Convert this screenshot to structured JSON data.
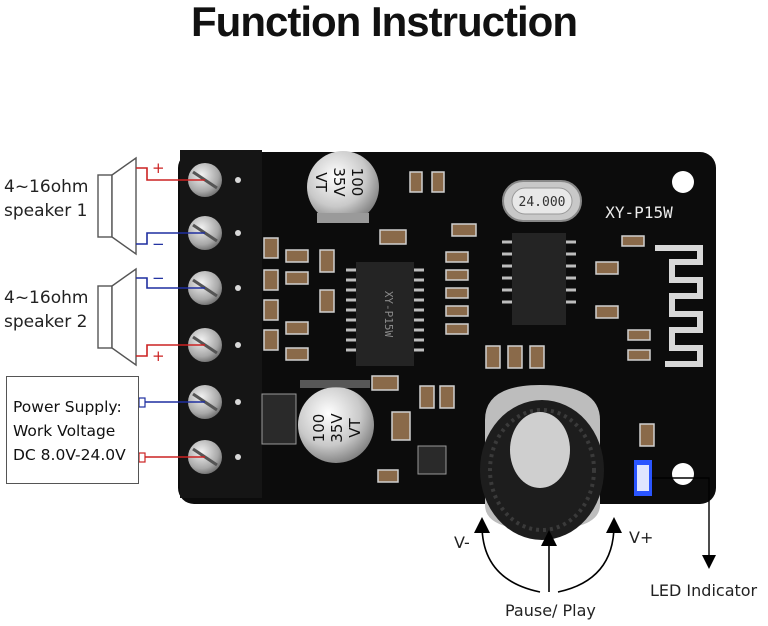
{
  "title": "Function Instruction",
  "speaker1": {
    "line1": "4~16ohm",
    "line2": "speaker 1",
    "plus": "+",
    "minus": "−"
  },
  "speaker2": {
    "line1": "4~16ohm",
    "line2": "speaker 2",
    "plus": "+",
    "minus": "−"
  },
  "power_supply": {
    "line1": "Power Supply:",
    "line2": "Work Voltage",
    "line3": "DC 8.0V-24.0V"
  },
  "board": {
    "model": "XY-P15W",
    "chip_label": "XY-P15W",
    "crystal": "24.000",
    "cap1": [
      "100",
      "35V",
      "VT"
    ],
    "cap2": [
      "100",
      "35V",
      "VT"
    ]
  },
  "knob": {
    "vol_down": "V-",
    "vol_up": "V+",
    "pause_play": "Pause/ Play"
  },
  "led_indicator": "LED Indicator",
  "colors": {
    "plus_wire": "#cc2222",
    "minus_wire": "#1f2fa0",
    "board": "#0c0c0c",
    "led": "#2a55ff"
  }
}
